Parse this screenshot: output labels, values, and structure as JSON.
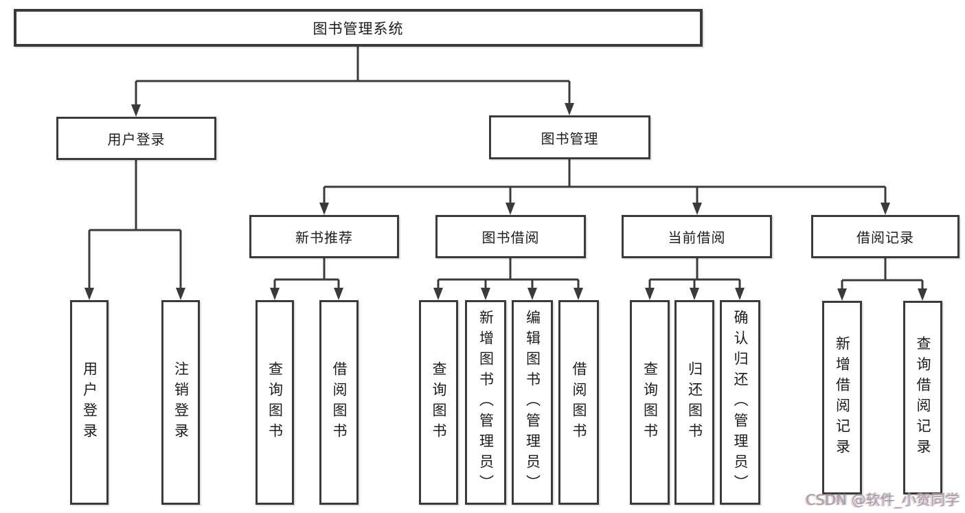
{
  "nodes": {
    "root": "图书管理系统",
    "user_login": "用户登录",
    "book_management": "图书管理",
    "new_book_recommend": "新书推荐",
    "book_borrowing": "图书借阅",
    "current_borrowing": "当前借阅",
    "borrow_records": "借阅记录",
    "leaf_user_login": "用户登录",
    "leaf_logout": "注销登录",
    "leaf_query_books_1": "查询图书",
    "leaf_borrow_books_1": "借阅图书",
    "leaf_query_books_2": "查询图书",
    "leaf_add_books_admin": "新增图书（管理员）",
    "leaf_edit_books_admin": "编辑图书（管理员）",
    "leaf_borrow_books_2": "借阅图书",
    "leaf_query_books_3": "查询图书",
    "leaf_return_books": "归还图书",
    "leaf_confirm_return_admin": "确认归还（管理员）",
    "leaf_add_borrow_record": "新增借阅记录",
    "leaf_query_borrow_record": "查询借阅记录"
  },
  "watermark": "CSDN @软件_小贺同学",
  "colors": {
    "line": "#3a3a3a",
    "box_border": "#3a3a3a",
    "text": "#1c1c1c",
    "watermark": "#a0a0a0",
    "background": "#ffffff"
  }
}
